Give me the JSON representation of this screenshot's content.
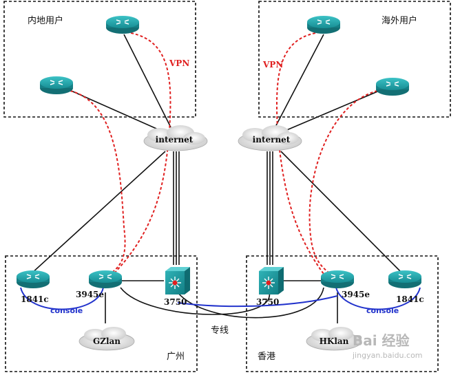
{
  "regions": {
    "mainland_users": "内地用户",
    "overseas_users": "海外用户",
    "guangzhou": "广州",
    "hongkong": "香港"
  },
  "labels": {
    "vpn_left": "VPN",
    "vpn_right": "VPN",
    "internet_left": "internet",
    "internet_right": "internet",
    "gz_router_1841": "1841c",
    "gz_router_3945": "3945e",
    "gz_switch_3750": "3750",
    "hk_switch_3750": "3750",
    "hk_router_3945": "3945e",
    "hk_router_1841": "1841c",
    "console_left": "console",
    "console_right": "console",
    "gz_lan": "GZlan",
    "hk_lan": "HKlan",
    "leased_line": "专线"
  },
  "watermark": {
    "brand": "Bai 经验",
    "url": "jingyan.baidu.com"
  },
  "colors": {
    "router_fill": "#1a9aa0",
    "vpn_red": "#e02020",
    "console_blue": "#2233cc",
    "line_black": "#111111"
  }
}
